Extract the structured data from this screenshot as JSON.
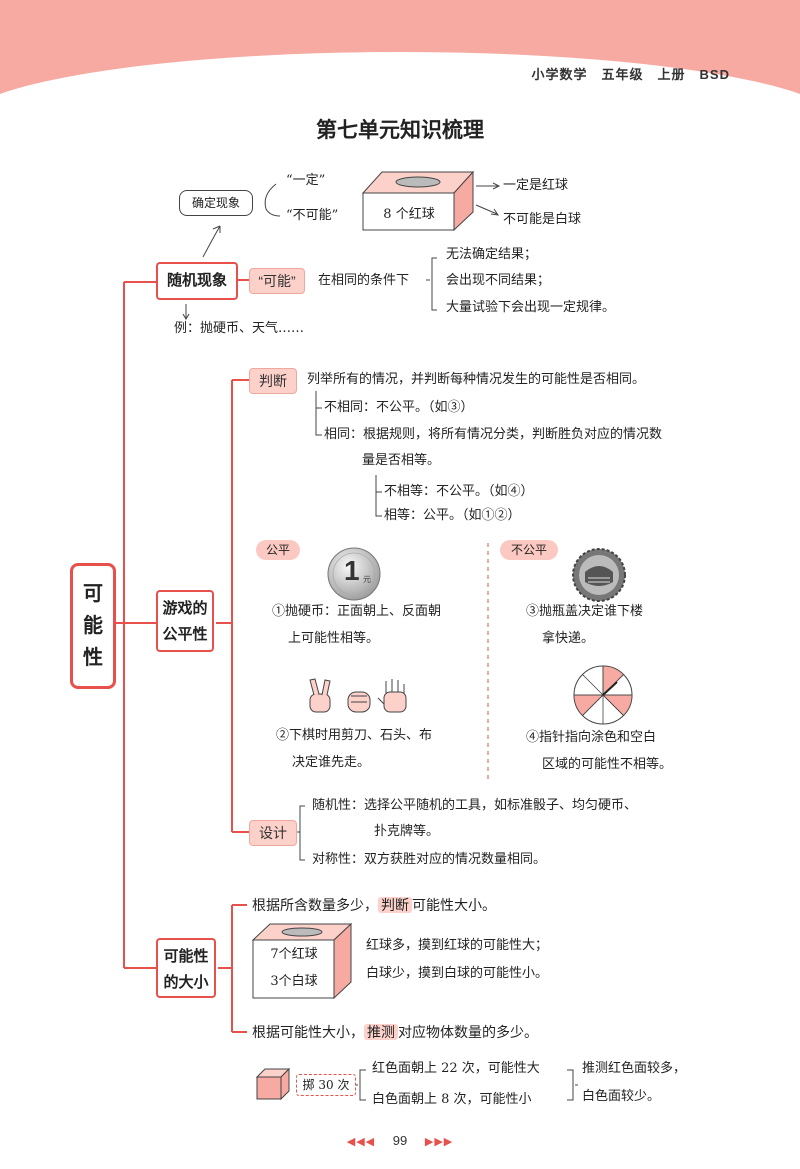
{
  "header": {
    "text": "小学数学　五年级　上册　BSD"
  },
  "title": "第七单元知识梳理",
  "root": {
    "chars": [
      "可",
      "能",
      "性"
    ]
  },
  "section_random": {
    "node": "随机现象",
    "top_box": "确定现象",
    "yiding": "“一定”",
    "bukeneng": "“不可能”",
    "box_label": "8 个红球",
    "out1": "一定是红球",
    "out2": "不可能是白球",
    "keneng_tag": "“可能”",
    "condition": "在相同的条件下",
    "b1": "无法确定结果；",
    "b2": "会出现不同结果；",
    "b3": "大量试验下会出现一定规律。",
    "example": "例：抛硬币、天气……"
  },
  "section_fair": {
    "node_line1": "游戏的",
    "node_line2": "公平性",
    "judge_tag": "判断",
    "judge_text": "列举所有的情况，并判断每种情况发生的可能性是否相同。",
    "not_same": "不相同：不公平。（如③）",
    "same_line1": "相同：根据规则，将所有情况分类，判断胜负对应的情况数",
    "same_line2": "量是否相等。",
    "not_equal": "不相等：不公平。（如④）",
    "equal": "相等：公平。（如①②）",
    "fair_tag": "公平",
    "unfair_tag": "不公平",
    "ex1_line1": "①抛硬币：正面朝上、反面朝",
    "ex1_line2": "上可能性相等。",
    "ex2_line1": "②下棋时用剪刀、石头、布",
    "ex2_line2": "决定谁先走。",
    "ex3_line1": "③抛瓶盖决定谁下楼",
    "ex3_line2": "拿快递。",
    "ex4_line1": "④指针指向涂色和空白",
    "ex4_line2": "区域的可能性不相等。",
    "coin_text": "1",
    "coin_yuan": "元",
    "design_tag": "设计",
    "design1_line1": "随机性：选择公平随机的工具，如标准骰子、均匀硬币、",
    "design1_line2": "扑克牌等。",
    "design2": "对称性：双方获胜对应的情况数量相同。"
  },
  "section_size": {
    "node_line1": "可能性",
    "node_line2": "的大小",
    "judge_pre": "根据所含数量多少，",
    "judge_hl": "判断",
    "judge_post": "可能性大小。",
    "box_line1": "7个红球",
    "box_line2": "3个白球",
    "red_more": "红球多，摸到红球的可能性大；",
    "white_less": "白球少，摸到白球的可能性小。",
    "infer_pre": "根据可能性大小，",
    "infer_hl": "推测",
    "infer_post": "对应物体数量的多少。",
    "throw_label": "掷 30 次",
    "red_face": "红色面朝上 22 次，可能性大",
    "white_face": "白色面朝上 8 次，可能性小",
    "conclusion1": "推测红色面较多，",
    "conclusion2": "白色面较少。"
  },
  "footer": {
    "page": "99",
    "left_arrows": "◀◀◀",
    "right_arrows": "▶▶▶"
  },
  "colors": {
    "accent": "#e8504b",
    "pink_fill": "#fbd1ca",
    "band": "#f6aaa2"
  }
}
